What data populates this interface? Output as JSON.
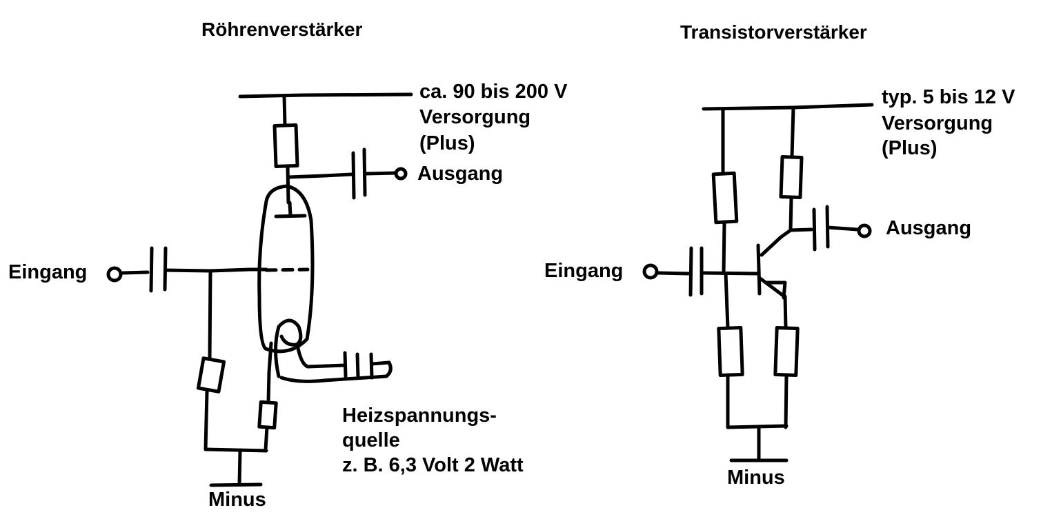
{
  "tube_amp": {
    "title": "Röhrenverstärker",
    "supply_line1": "ca. 90 bis 200 V",
    "supply_line2": "Versorgung",
    "supply_line3": "(Plus)",
    "output": "Ausgang",
    "input": "Eingang",
    "heater_line1": "Heizspannungs-",
    "heater_line2": "quelle",
    "heater_line3": "z. B. 6,3 Volt 2 Watt",
    "ground": "Minus"
  },
  "transistor_amp": {
    "title": "Transistorverstärker",
    "supply_line1": "typ. 5 bis 12 V",
    "supply_line2": "Versorgung",
    "supply_line3": "(Plus)",
    "output": "Ausgang",
    "input": "Eingang",
    "ground": "Minus"
  },
  "colors": {
    "ink": "#000000",
    "background": "#ffffff"
  }
}
